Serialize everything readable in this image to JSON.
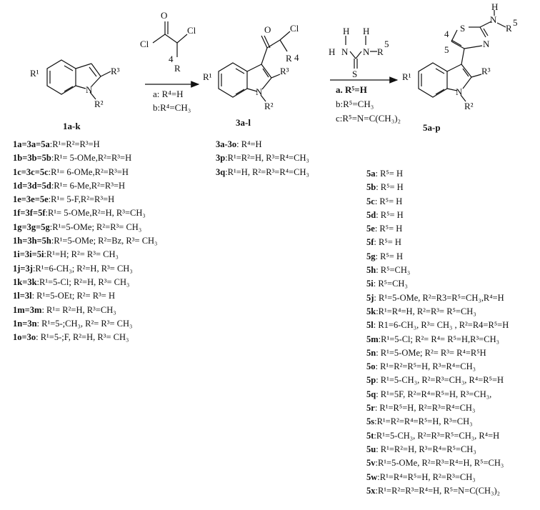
{
  "reagent_top": {
    "atom_O": "O",
    "atom_Cl1": "Cl",
    "atom_Cl2": "Cl",
    "locant": "4",
    "sub_R": "R"
  },
  "reagent_a": "a: R⁴=H",
  "reagent_b": "b:R⁴=CH₃",
  "start": {
    "r1": "R¹",
    "r2": "R²",
    "r3": "R³",
    "N": "N",
    "label": "1a-k"
  },
  "intermediate": {
    "O": "O",
    "Cl": "Cl",
    "r4": "R",
    "sup4": "4",
    "r1": "R¹",
    "r2": "R²",
    "r3": "R³",
    "N": "N",
    "label": "3a-l"
  },
  "thiourea": {
    "H1": "H",
    "H2": "H",
    "N1": "N",
    "N2": "N",
    "S": "S",
    "R5": "R",
    "sup5": "5",
    "cond_a": "a. R⁵=H",
    "cond_b": "b:R⁵=CH₃",
    "cond_c": "c:R⁵=N=C(CH₃)₂"
  },
  "product": {
    "H": "H",
    "N": "N",
    "R5": "R",
    "sup5": "5",
    "S": "S",
    "N_ring": "N",
    "locant": "4",
    "r5": "5",
    "r1": "R¹",
    "r2": "R²",
    "r3": "R³",
    "Nind": "N",
    "label": "5a-p"
  },
  "list1": [
    {
      "k": "1a=3a=5a",
      "t": ":R¹=R²=R³=H"
    },
    {
      "k": "1b=3b=5b",
      "t": ":R¹= 5-OMe,R²=R³=H"
    },
    {
      "k": "1c=3c=5c",
      "t": ":R¹= 6-OMe,R²=R³=H"
    },
    {
      "k": "1d=3d=5d",
      "t": ":R¹= 6-Me,R²=R³=H"
    },
    {
      "k": "1e=3e=5e",
      "t": ":R¹= 5-F,R²=R³=H"
    },
    {
      "k": "1f=3f=5f",
      "t": ":R¹= 5-OMe,R²=H, R³=CH₃"
    },
    {
      "k": "1g=3g=5g",
      "t": ":R¹=5-OMe; R²=R³= CH₃"
    },
    {
      "k": "1h=3h=5h",
      "t": ":R¹=5-OMe; R²=Bz, R³= CH₃"
    },
    {
      "k": "1i=3i=5i",
      "t": ":R¹=H; R²= R³= CH₃"
    },
    {
      "k": "1j=3j",
      "t": ":R¹=6-CH₃; R²=H,  R³= CH₃"
    },
    {
      "k": "1k=3k",
      "t": ":R¹=5-Cl; R²=H,  R³= CH₃"
    },
    {
      "k": "1l=3l",
      "t": ": R¹=5-OEt; R²= R³= H"
    },
    {
      "k": "1m=3m",
      "t": ": R¹= R²=H,  R³=CH₃"
    },
    {
      "k": "1n=3n",
      "t": ": R¹=5-;CH₃, R²= R³= CH₃"
    },
    {
      "k": "1o=3o",
      "t": ": R¹=5-;F, R²=H,  R³= CH₃"
    }
  ],
  "list3": [
    {
      "k": "3a-3o",
      "t": ": R⁴=H"
    },
    {
      "k": "3p",
      "t": ":R¹=R²=H, R³=R⁴=CH₃"
    },
    {
      "k": "3q",
      "t": ":R¹=H, R²=R³=R⁴=CH₃"
    }
  ],
  "list5": [
    {
      "k": "5a",
      "t": ": R⁵= H"
    },
    {
      "k": "5b",
      "t": ": R⁵= H"
    },
    {
      "k": "5c",
      "t": ": R⁵= H"
    },
    {
      "k": "5d",
      "t": ": R⁵= H"
    },
    {
      "k": "5e",
      "t": ": R⁵= H"
    },
    {
      "k": "5f",
      "t": ": R⁵= H"
    },
    {
      "k": "5g",
      "t": ": R⁵= H"
    },
    {
      "k": "5h",
      "t": ": R⁵=CH₃"
    },
    {
      "k": "5i",
      "t": ": R⁵=CH₃"
    },
    {
      "k": "5j",
      "t": ": R¹=5-OMe, R²=R3=R⁵=CH₃,R⁴=H"
    },
    {
      "k": "5k",
      "t": ":R¹=R⁴=H, R²=R³= R⁵=CH₃"
    },
    {
      "k": "5l",
      "t": ": R1=6-CH₃, R³= CH₃ , R²=R4=R⁵=H"
    },
    {
      "k": "5m",
      "t": ":R¹=5-Cl; R²= R⁴= R⁵=H,R³=CH₃"
    },
    {
      "k": "5n",
      "t": ": R¹=5-OMe; R²= R³= R⁴=R⁵H"
    },
    {
      "k": "5o",
      "t": ": R¹=R²=R⁵=H, R³=R⁴=CH₃"
    },
    {
      "k": "5p",
      "t": ": R¹=5-CH₃, R²=R³=CH₃, R⁴=R⁵=H"
    },
    {
      "k": "5q",
      "t": ": R¹=5F, R²=R⁴=R⁵=H, R³=CH₃,"
    },
    {
      "k": "5r",
      "t": ": R¹=R⁵=H, R²=R³=R⁴=CH₃"
    },
    {
      "k": "5s",
      "t": ":R¹=R²=R⁴=R⁵=H, R³=CH₃"
    },
    {
      "k": "5t",
      "t": ":R¹=5-CH₃, R²=R³=R⁵=CH₃, R⁴=H"
    },
    {
      "k": "5u",
      "t": ": R¹=R²=H, R³=R⁴=R⁵=CH₃"
    },
    {
      "k": "5v",
      "t": ":R¹=5-OMe, R²=R³=R⁴=H, R⁵=CH₃"
    },
    {
      "k": "5w",
      "t": ":R¹=R⁴=R⁵=H, R²=R³=CH₃"
    },
    {
      "k": "5x",
      "t": ":R¹=R²=R³=R⁴=H, R⁵=N=C(CH₃)₂"
    }
  ]
}
